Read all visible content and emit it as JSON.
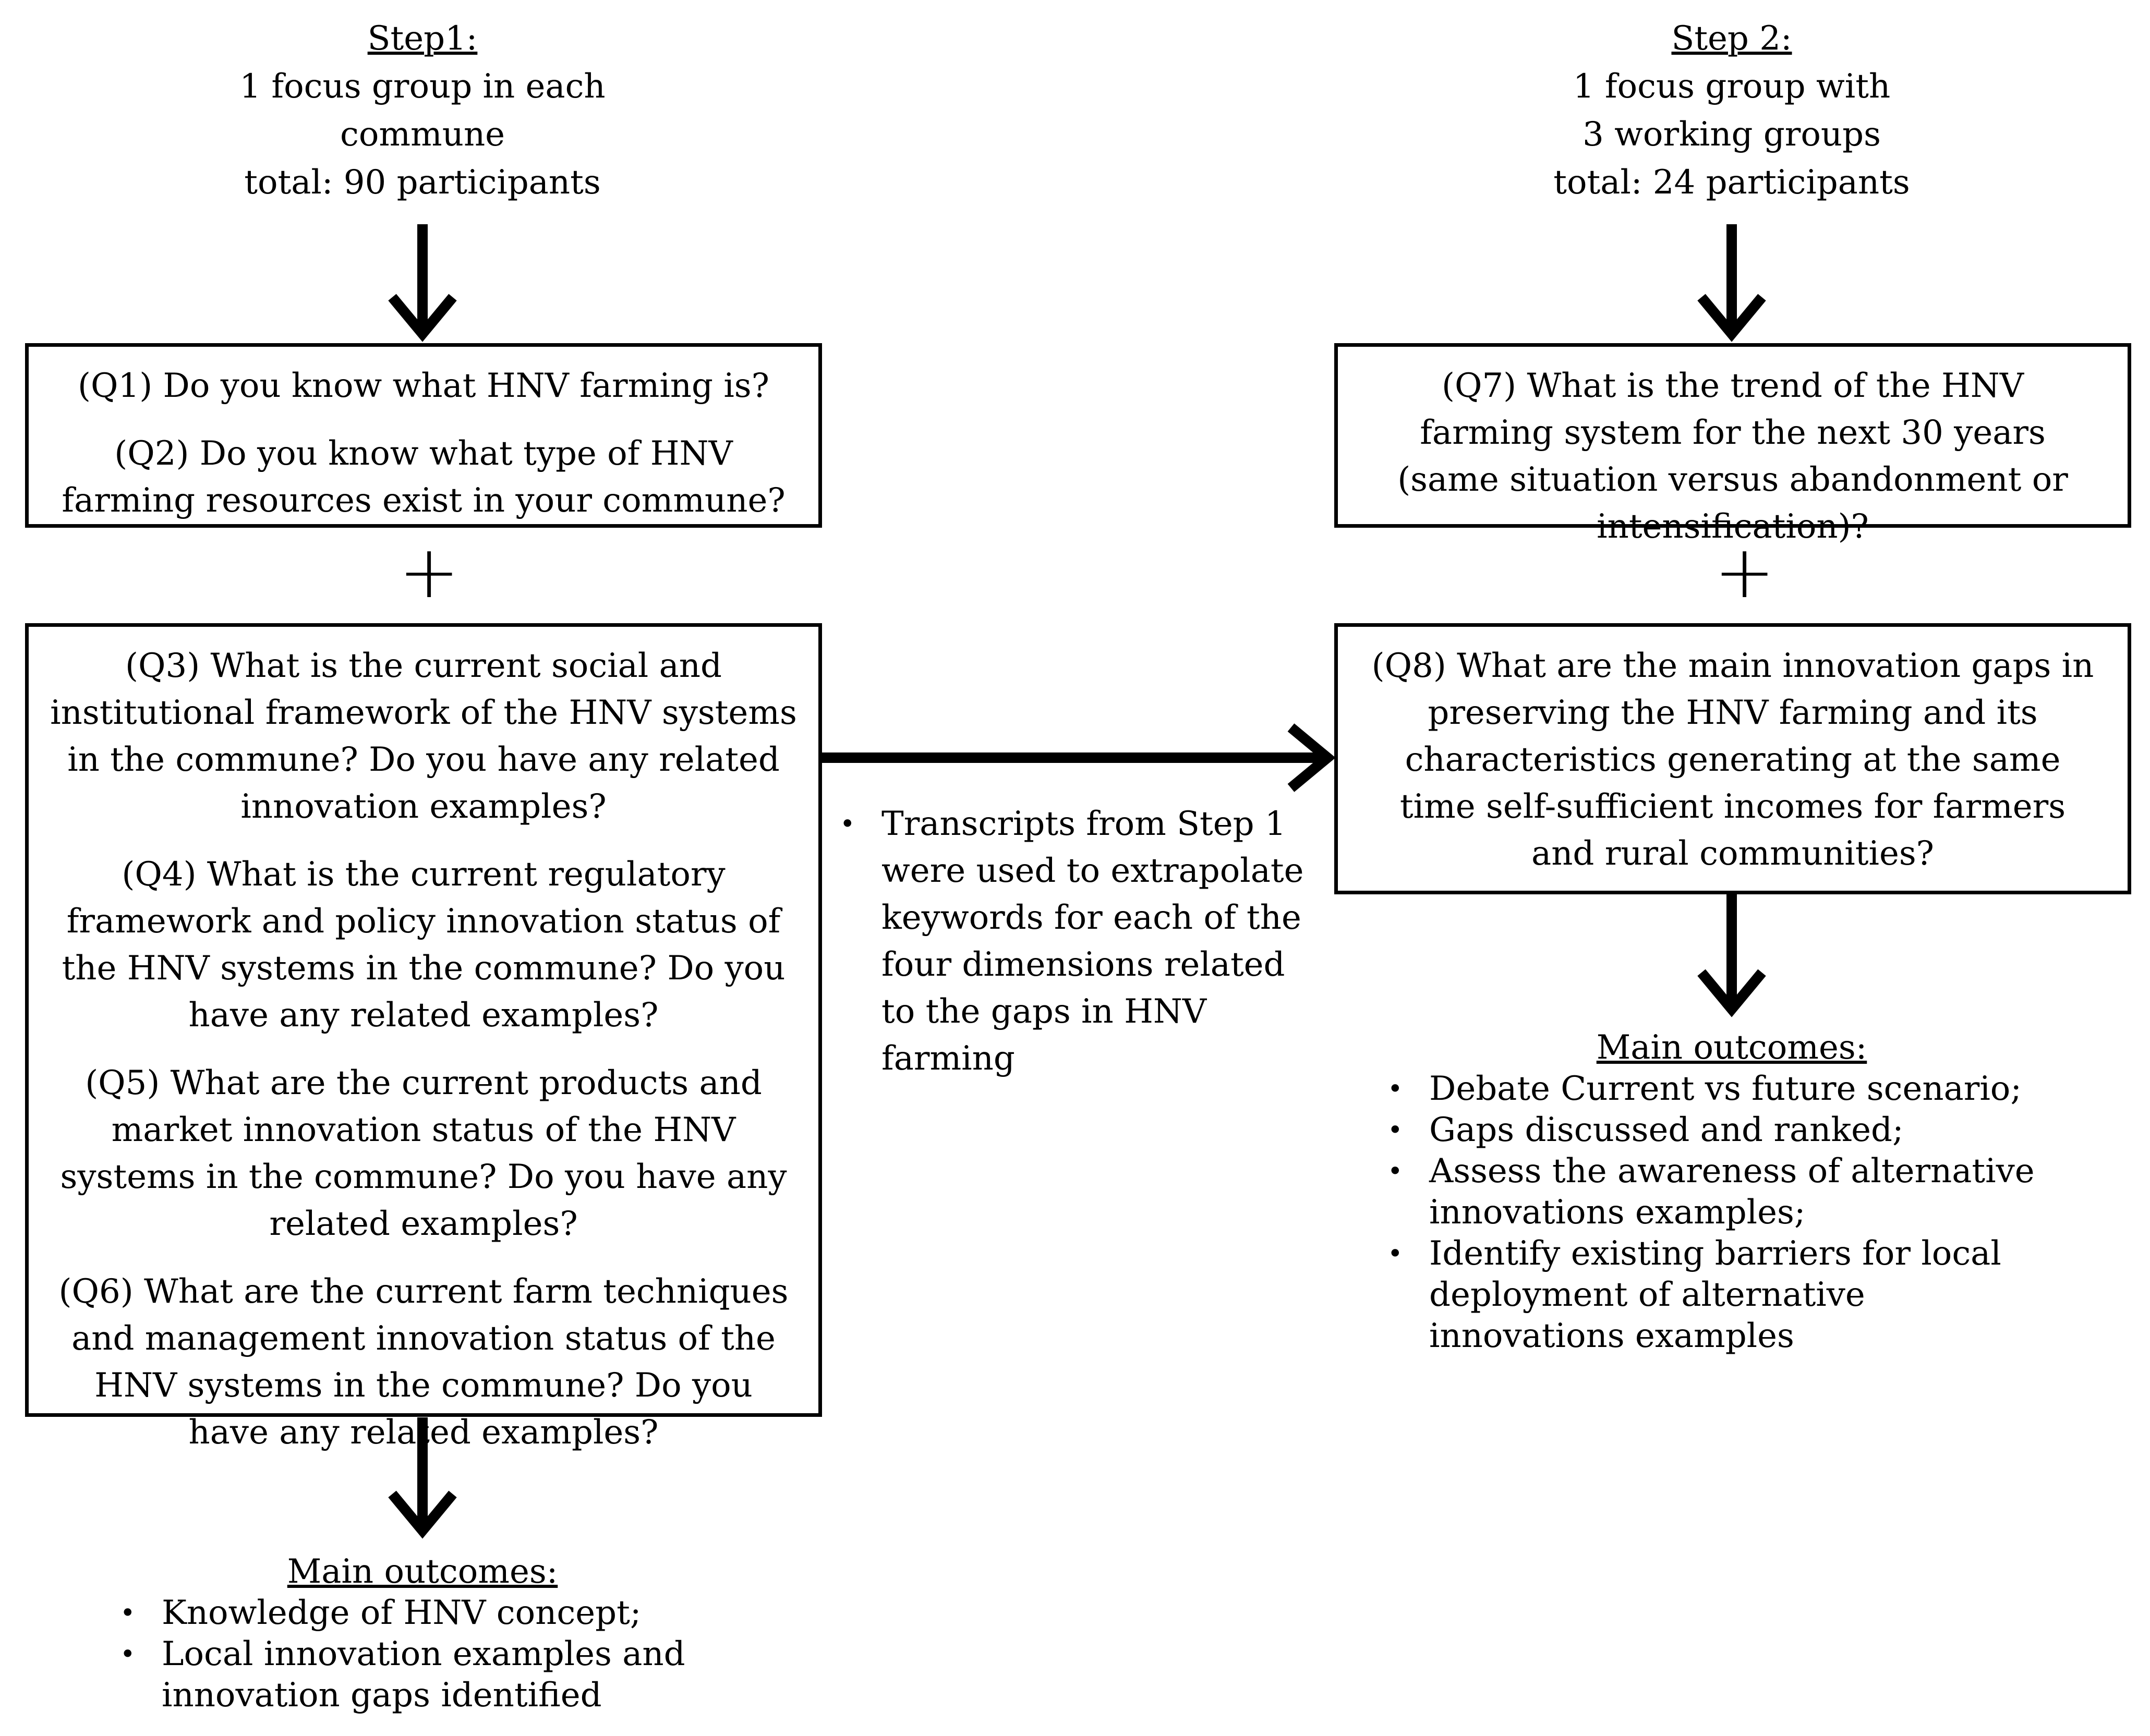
{
  "step1": {
    "title": "Step1:",
    "line1": "1 focus group in each",
    "line2": "commune",
    "line3": "total: 90 participants"
  },
  "step2": {
    "title": "Step 2:",
    "line1": "1 focus group with",
    "line2": "3 working groups",
    "line3": "total: 24 participants"
  },
  "plus_symbol": "+",
  "box_q1q2": {
    "q1": "(Q1) Do you know what HNV farming is?",
    "q2": "(Q2) Do you know what type of HNV farming resources exist in your commune?"
  },
  "box_q3q6": {
    "q3": "(Q3) What is the current social and institutional framework of the HNV systems in the commune? Do you have any related innovation examples?",
    "q4": "(Q4) What is the current regulatory framework and policy innovation status of the HNV systems in the commune? Do you have any related examples?",
    "q5": "(Q5) What are the current products and market innovation status of the HNV systems in the commune? Do you have any related examples?",
    "q6": "(Q6) What are the current farm techniques and management innovation status of the HNV systems in the commune? Do you have any related examples?"
  },
  "box_q7": {
    "q7": "(Q7) What is the trend of the HNV farming system for the next 30 years (same situation versus abandonment or intensification)?"
  },
  "box_q8": {
    "q8": "(Q8) What are the main innovation gaps in preserving the HNV farming and its characteristics generating at the same time self-sufficient incomes for farmers and rural communities?"
  },
  "transcript_note": "Transcripts from Step 1 were used to extrapolate keywords for each of the four dimensions related to the gaps in HNV farming",
  "outcomes1": {
    "title": "Main outcomes:",
    "items": [
      "Knowledge of HNV concept;",
      "Local innovation examples and innovation gaps identified"
    ]
  },
  "outcomes2": {
    "title": "Main outcomes:",
    "items": [
      "Debate Current vs future scenario;",
      "Gaps discussed and ranked;",
      "Assess the awareness of alternative innovations examples;",
      "Identify existing barriers for local deployment of alternative innovations examples"
    ]
  }
}
